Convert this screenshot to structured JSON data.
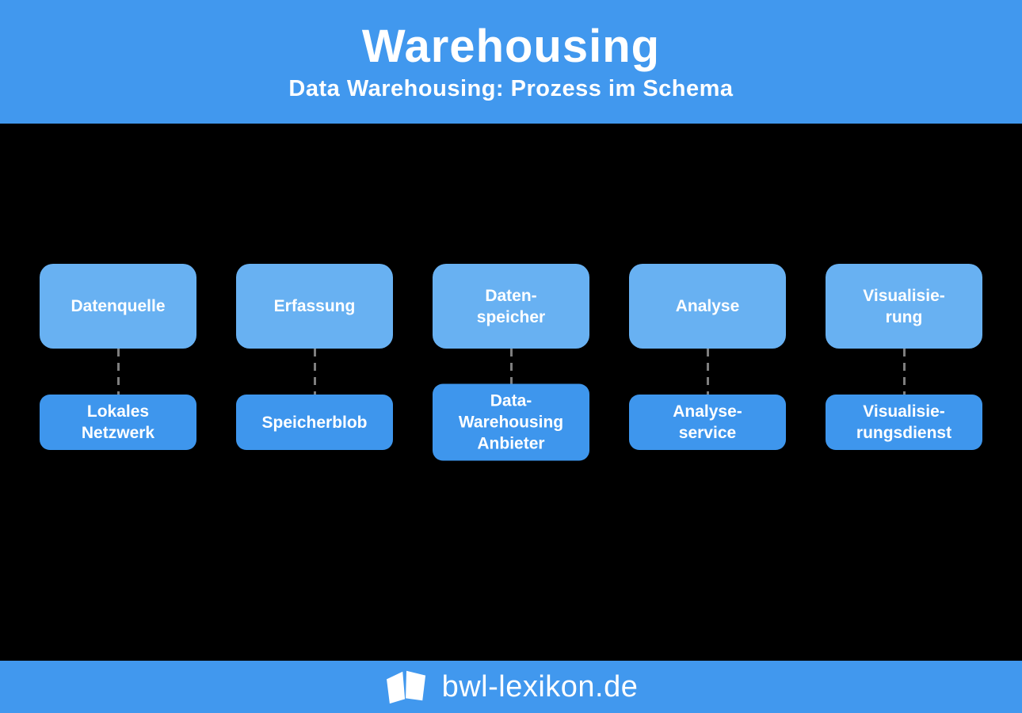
{
  "header": {
    "title": "Warehousing",
    "subtitle": "Data Warehousing: Prozess im Schema"
  },
  "diagram": {
    "columns": [
      {
        "stage": "Datenquelle",
        "implementation": "Lokales\nNetzwerk"
      },
      {
        "stage": "Erfassung",
        "implementation": "Speicherblob"
      },
      {
        "stage": "Daten-\nspeicher",
        "implementation": "Data-\nWarehousing\nAnbieter"
      },
      {
        "stage": "Analyse",
        "implementation": "Analyse-\nservice"
      },
      {
        "stage": "Visualisie-\nrung",
        "implementation": "Visualisie-\nrungsdienst"
      }
    ]
  },
  "footer": {
    "brand": "bwl-lexikon.de",
    "logo_icon": "open-book-icon"
  },
  "colors": {
    "banner_blue": "#4198ee",
    "stage_box_blue": "#68b1f2",
    "implementation_box_blue": "#3e96ed",
    "background": "#000000",
    "connector_gray": "#7e7e7e",
    "text_white": "#ffffff"
  }
}
